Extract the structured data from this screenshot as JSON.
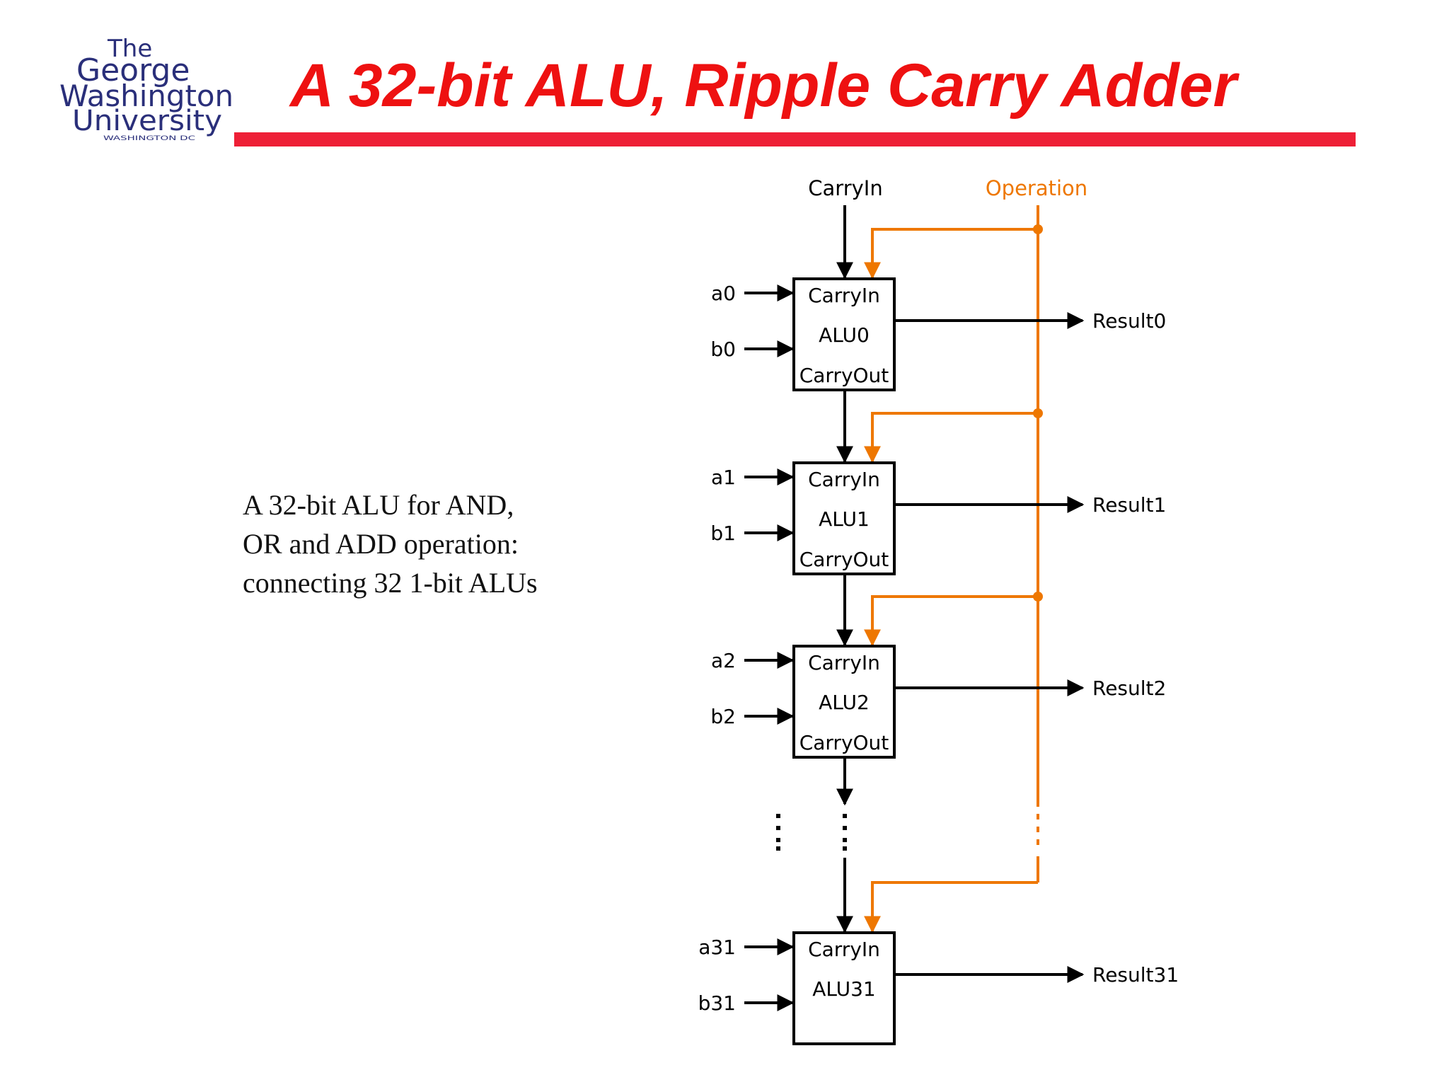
{
  "slide": {
    "title": "A 32-bit ALU, Ripple Carry Adder",
    "description": [
      "A 32-bit ALU for AND,",
      "OR and ADD operation:",
      "connecting 32 1-bit ALUs"
    ]
  },
  "logo": {
    "lines": [
      "The",
      "George",
      "Washington",
      "University",
      "WASHINGTON DC"
    ],
    "color": "#2a2f7a"
  },
  "diagram": {
    "carry_in_label": "CarryIn",
    "operation_label": "Operation",
    "operation_color": "#ee7700",
    "wire_color": "#000000",
    "units": [
      {
        "name": "ALU0",
        "a": "a0",
        "b": "b0",
        "result": "Result0",
        "carry_in": "CarryIn",
        "carry_out": "CarryOut"
      },
      {
        "name": "ALU1",
        "a": "a1",
        "b": "b1",
        "result": "Result1",
        "carry_in": "CarryIn",
        "carry_out": "CarryOut"
      },
      {
        "name": "ALU2",
        "a": "a2",
        "b": "b2",
        "result": "Result2",
        "carry_in": "CarryIn",
        "carry_out": "CarryOut"
      },
      {
        "name": "ALU31",
        "a": "a31",
        "b": "b31",
        "result": "Result31",
        "carry_in": "CarryIn",
        "carry_out": ""
      }
    ]
  }
}
